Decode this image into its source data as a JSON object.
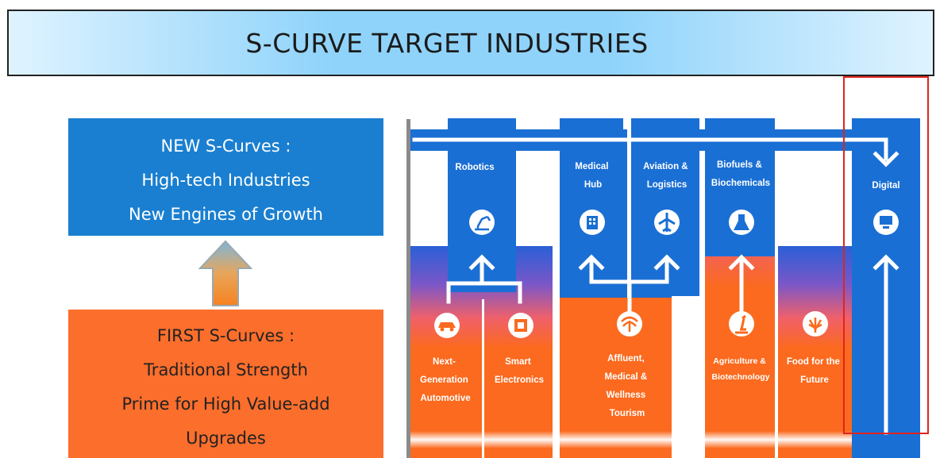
{
  "title": "S-CURVE TARGET INDUSTRIES",
  "new_box": {
    "lines": [
      "NEW S-Curves :",
      "High-tech Industries",
      "New Engines of Growth"
    ]
  },
  "first_box": {
    "lines": [
      "FIRST S-Curves :",
      "Traditional Strength",
      "Prime for High Value-add",
      "Upgrades"
    ]
  },
  "new_industries": [
    {
      "lines": [
        "Robotics"
      ],
      "icon": "robot-arm-icon"
    },
    {
      "lines": [
        "Medical",
        "Hub"
      ],
      "icon": "hospital-icon"
    },
    {
      "lines": [
        "Aviation &",
        "Logistics"
      ],
      "icon": "airplane-icon"
    },
    {
      "lines": [
        "Biofuels &",
        "Biochemicals"
      ],
      "icon": "flask-icon"
    },
    {
      "lines": [
        "Digital"
      ],
      "icon": "computer-icon"
    }
  ],
  "first_industries": [
    {
      "lines": [
        "Next-",
        "Generation",
        "Automotive"
      ],
      "icon": "car-icon"
    },
    {
      "lines": [
        "Smart",
        "Electronics"
      ],
      "icon": "chip-icon"
    },
    {
      "lines": [
        "Affluent,",
        "Medical &",
        "Wellness",
        "Tourism"
      ],
      "icon": "palm-tree-icon"
    },
    {
      "lines": [
        "Agriculture &",
        "Biotechnology"
      ],
      "icon": "microscope-icon"
    },
    {
      "lines": [
        "Food for the",
        "Future"
      ],
      "icon": "plant-icon"
    }
  ],
  "colors": {
    "blue": "#1a6fd4",
    "orange": "#fb6a1e",
    "highlight": "#e0241e"
  }
}
